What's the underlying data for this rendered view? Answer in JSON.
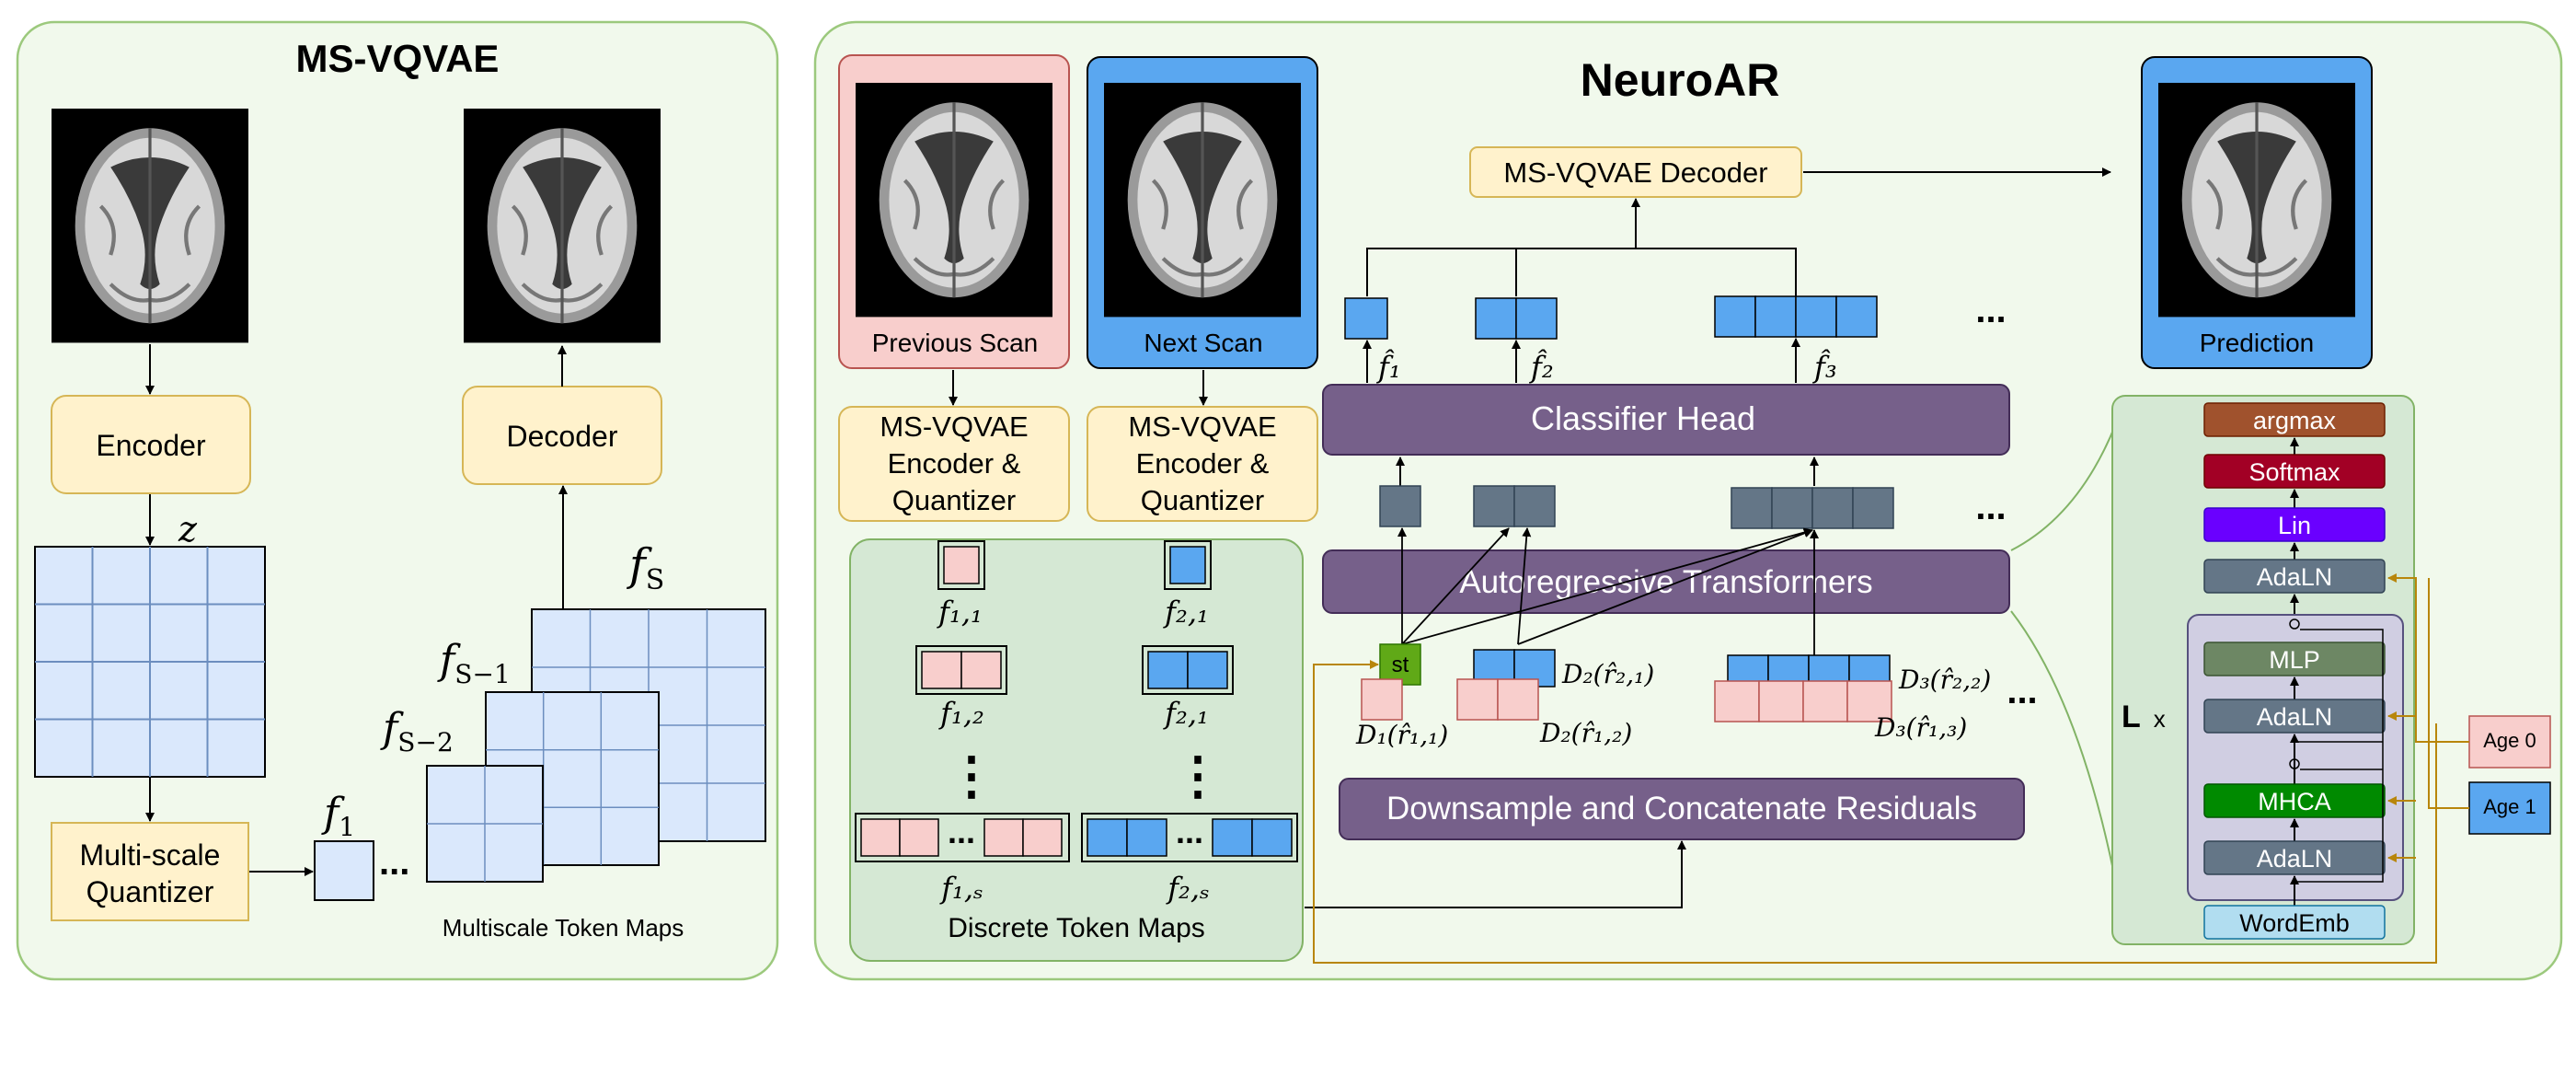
{
  "left_panel": {
    "title": "MS-VQVAE",
    "encoder": "Encoder",
    "decoder": "Decoder",
    "z_label": "z",
    "quantizer_line1": "Multi-scale",
    "quantizer_line2": "Quantizer",
    "f1": "f",
    "f1_sub": "1",
    "fs2": "f",
    "fs2_sub": "S−2",
    "fs1": "f",
    "fs1_sub": "S−1",
    "fs": "f",
    "fs_sub": "S",
    "dots": "...",
    "caption": "Multiscale Token Maps"
  },
  "right_panel": {
    "title": "NeuroAR",
    "previous_scan": "Previous Scan",
    "next_scan": "Next Scan",
    "prediction": "Prediction",
    "enc_quant_line1": "MS-VQVAE",
    "enc_quant_line2": "Encoder &",
    "enc_quant_line3": "Quantizer",
    "decoder": "MS-VQVAE Decoder",
    "classifier_head": "Classifier Head",
    "autoregressive": "Autoregressive Transformers",
    "downsample": "Downsample and Concatenate Residuals",
    "discrete_caption": "Discrete Token Maps",
    "token_labels": {
      "f11": "f₁,₁",
      "f12": "f₁,₂",
      "f1s": "f₁,ₛ",
      "f21": "f₂,₁",
      "f22": "f₂,₁",
      "f2s": "f₂,ₛ"
    },
    "fhat1": "f̂₁",
    "fhat2": "f̂₂",
    "fhat3": "f̂₃",
    "st": "st",
    "d1": "D₁(r̂₁,₁)",
    "d2a": "D₂(r̂₂,₁)",
    "d2b": "D₂(r̂₁,₂)",
    "d3a": "D₃(r̂₂,₂)",
    "d3b": "D₃(r̂₁,₃)",
    "vdots": "⋮",
    "hdots": "...",
    "stack": {
      "argmax": "argmax",
      "softmax": "Softmax",
      "lin": "Lin",
      "adaln": "AdaLN",
      "mlp": "MLP",
      "mhca": "MHCA",
      "wordemb": "WordEmb",
      "lx_bold": "L",
      "lx_rest": "x"
    },
    "age0": "Age 0",
    "age1": "Age 1"
  },
  "colors": {
    "panel_fill": "#f1f9ec",
    "panel_stroke": "#9cc97d",
    "yellow_box": "#fff2cc",
    "yellow_stroke": "#d6b656",
    "grid_blue": "#dae8fc",
    "grid_stroke": "#6c8ebf",
    "purple": "#76608a",
    "slate": "#647687",
    "pink": "#f8cecc",
    "bright_blue": "#5aa7f0",
    "green_inner": "#d5e8d4"
  }
}
